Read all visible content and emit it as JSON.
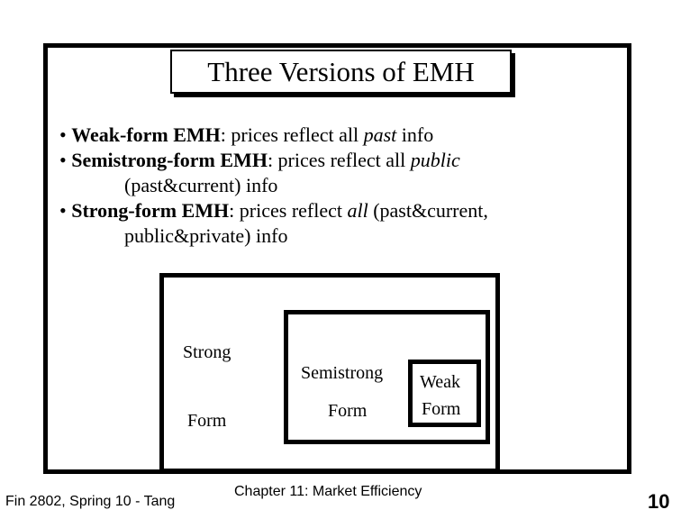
{
  "slide": {
    "title": "Three Versions of EMH",
    "bullets": [
      {
        "marker": "•",
        "term": "Weak-form EMH",
        "text_a": ": prices reflect all ",
        "em": "past",
        "text_b": " info",
        "cont": ""
      },
      {
        "marker": "•",
        "term": "Semistrong-form EMH",
        "text_a": ": prices reflect all ",
        "em": "public",
        "text_b": "",
        "cont": "(past&current) info"
      },
      {
        "marker": "•",
        "term": "Strong-form EMH",
        "text_a": ": prices reflect ",
        "em": "all",
        "text_b": " (past&current,",
        "cont": "public&private) info"
      }
    ],
    "diagram": {
      "strong_label_1": "Strong",
      "strong_label_2": "Form",
      "semi_label_1": "Semistrong",
      "semi_label_2": "Form",
      "weak_label_1": "Weak",
      "weak_label_2": "Form"
    }
  },
  "footer": {
    "left": "Fin 2802, Spring 10 - Tang",
    "center": "Chapter 11: Market Efficiency",
    "page_number": "10"
  }
}
